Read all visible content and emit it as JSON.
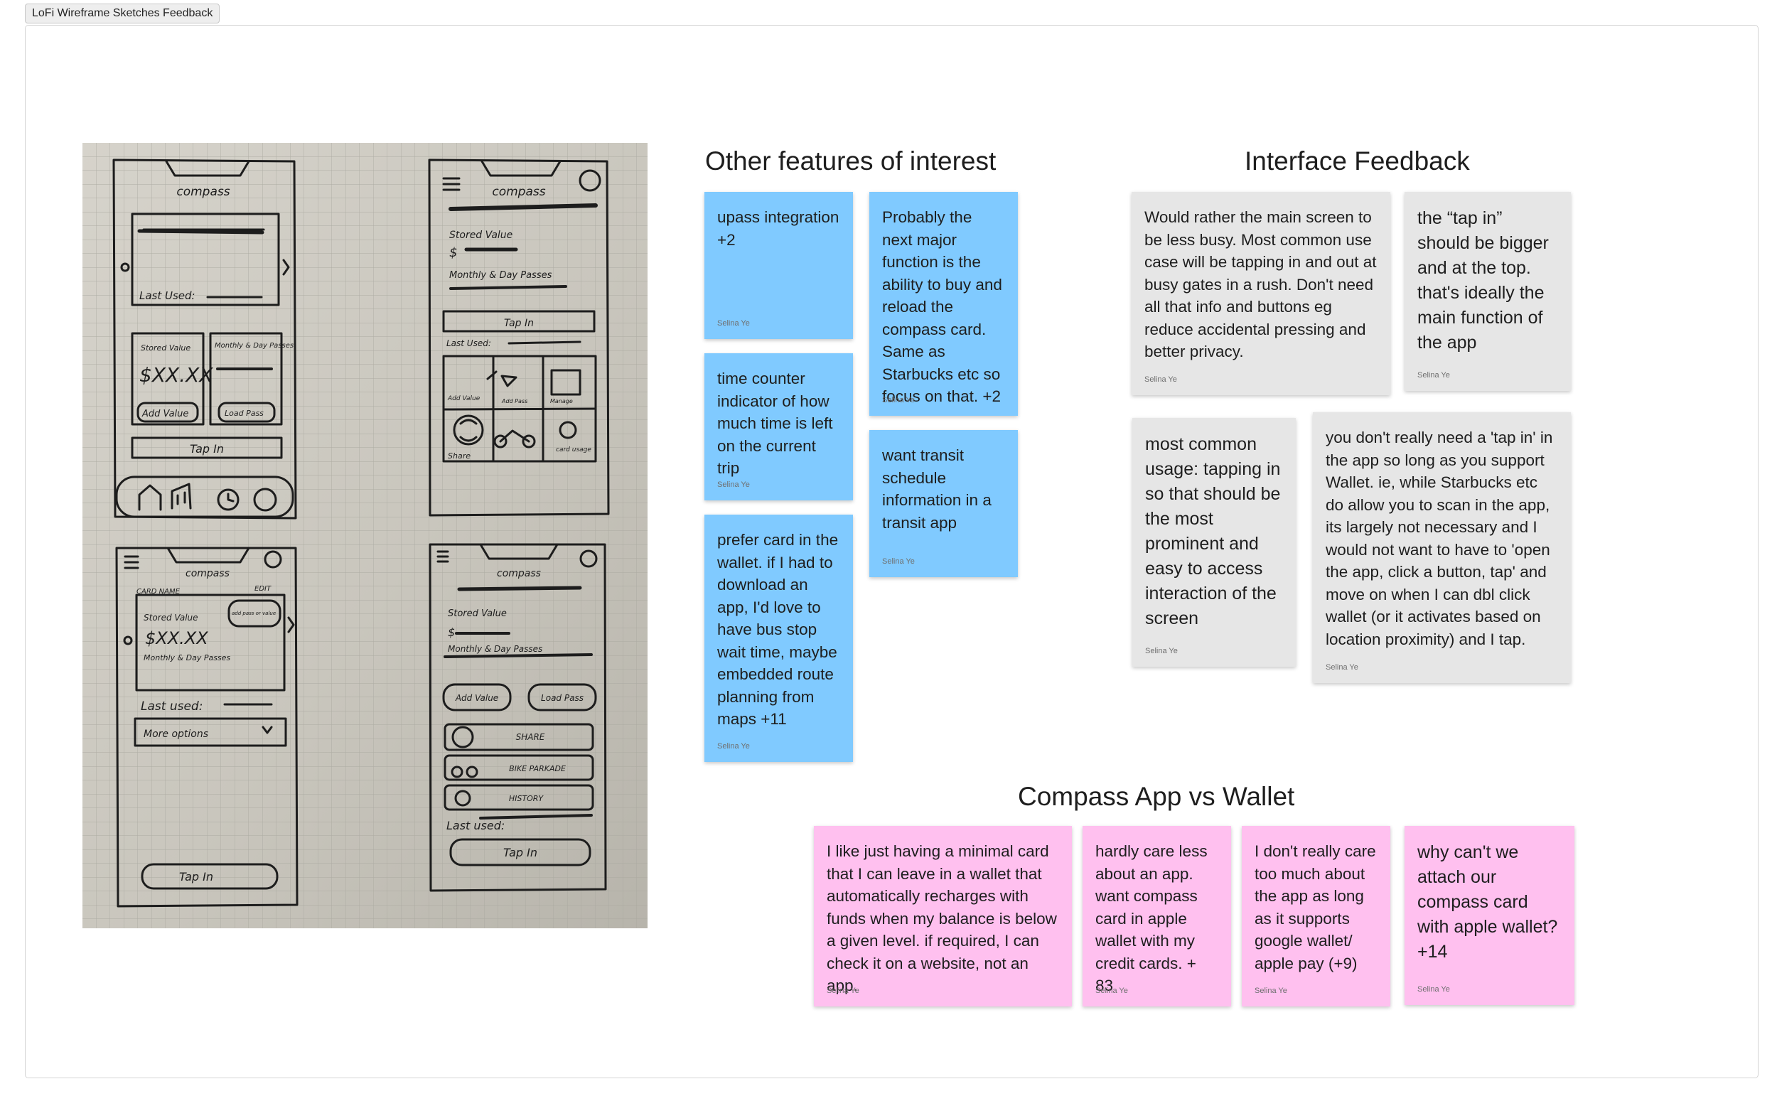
{
  "frame": {
    "label": "LoFi Wireframe Sketches Feedback"
  },
  "sketch": {
    "screen1": {
      "title": "compass",
      "last_used": "Last Used:",
      "stored_value": "Stored Value",
      "amount": "$XX.XX",
      "passes": "Monthly & Day Passes",
      "add_value": "Add Value",
      "load_pass": "Load Pass",
      "tap_in": "Tap In"
    },
    "screen2": {
      "title": "compass",
      "stored_value": "Stored Value",
      "dollar": "$",
      "passes": "Monthly & Day Passes",
      "tap_in": "Tap In",
      "last_used": "Last Used:",
      "add_value": "Add Value",
      "add_pass": "Add Pass",
      "manage": "Manage",
      "share": "Share",
      "card_usage": "card usage"
    },
    "screen3": {
      "title": "compass",
      "card_name": "CARD NAME",
      "edit": "EDIT",
      "stored_value": "Stored Value",
      "add_pass": "add pass or value",
      "amount": "$XX.XX",
      "passes": "Monthly & Day Passes",
      "last_used": "Last used:",
      "more_options": "More options",
      "tap_in": "Tap In"
    },
    "screen4": {
      "title": "compass",
      "stored_value": "Stored Value",
      "dollar": "$",
      "passes": "Monthly & Day Passes",
      "add_value": "Add Value",
      "load_pass": "Load Pass",
      "share": "SHARE",
      "bike_parkade": "BIKE PARKADE",
      "history": "HISTORY",
      "last_used": "Last used:",
      "tap_in": "Tap In"
    }
  },
  "sections": {
    "features": {
      "title": "Other features of interest",
      "notes": [
        {
          "text": "upass integration +2",
          "author": "Selina Ye"
        },
        {
          "text": "time counter indicator of how much time is left on the current trip",
          "author": "Selina Ye"
        },
        {
          "text": "prefer card in the wallet. if I had to download an app, I'd love to have bus stop wait time, maybe embedded route planning from maps +11",
          "author": "Selina Ye"
        },
        {
          "text": "Probably the next major function is the ability to buy and reload the compass card. Same as Starbucks etc so focus on that. +2",
          "author": "Selina Ye"
        },
        {
          "text": "want transit schedule information in a transit app",
          "author": "Selina Ye"
        }
      ]
    },
    "interface": {
      "title": "Interface Feedback",
      "notes": [
        {
          "text": "Would rather the main screen to be less busy. Most common use case will be tapping in and out at busy gates in a rush. Don't need all that info and buttons eg reduce accidental pressing and better privacy.",
          "author": "Selina Ye"
        },
        {
          "text": "the “tap in” should be bigger and at the top. that's ideally the main function of the app",
          "author": "Selina Ye"
        },
        {
          "text": "most common usage: tapping in so that should be the most prominent and easy to access interaction of the screen",
          "author": "Selina Ye"
        },
        {
          "text": "you don't really need a 'tap in' in the app so long as you support Wallet. ie, while Starbucks etc do allow you to scan in the app, its largely not necessary and I would not want to have to 'open the app, click a button, tap' and move on when I can dbl click wallet (or it activates based on location proximity) and I tap.",
          "author": "Selina Ye"
        }
      ]
    },
    "wallet": {
      "title": "Compass App vs Wallet",
      "notes": [
        {
          "text": "I like just having a minimal card that I can leave in a wallet that automatically recharges with funds when my balance is below a given level. if required, I can check it on a website, not an app.",
          "author": "Selina Ye"
        },
        {
          "text": "hardly care less about an app. want compass card in apple wallet with my credit cards. + 83",
          "author": "Selina Ye"
        },
        {
          "text": "I don't really care too much about the app as long as it supports google wallet/ apple pay (+9)",
          "author": "Selina Ye"
        },
        {
          "text": "why can't we attach our compass card with apple wallet? +14",
          "author": "Selina Ye"
        }
      ]
    }
  },
  "colors": {
    "blue_sticky": "#80caff",
    "gray_sticky": "#e6e6e6",
    "pink_sticky": "#ffc0ef",
    "paper": "#cfccc3"
  }
}
